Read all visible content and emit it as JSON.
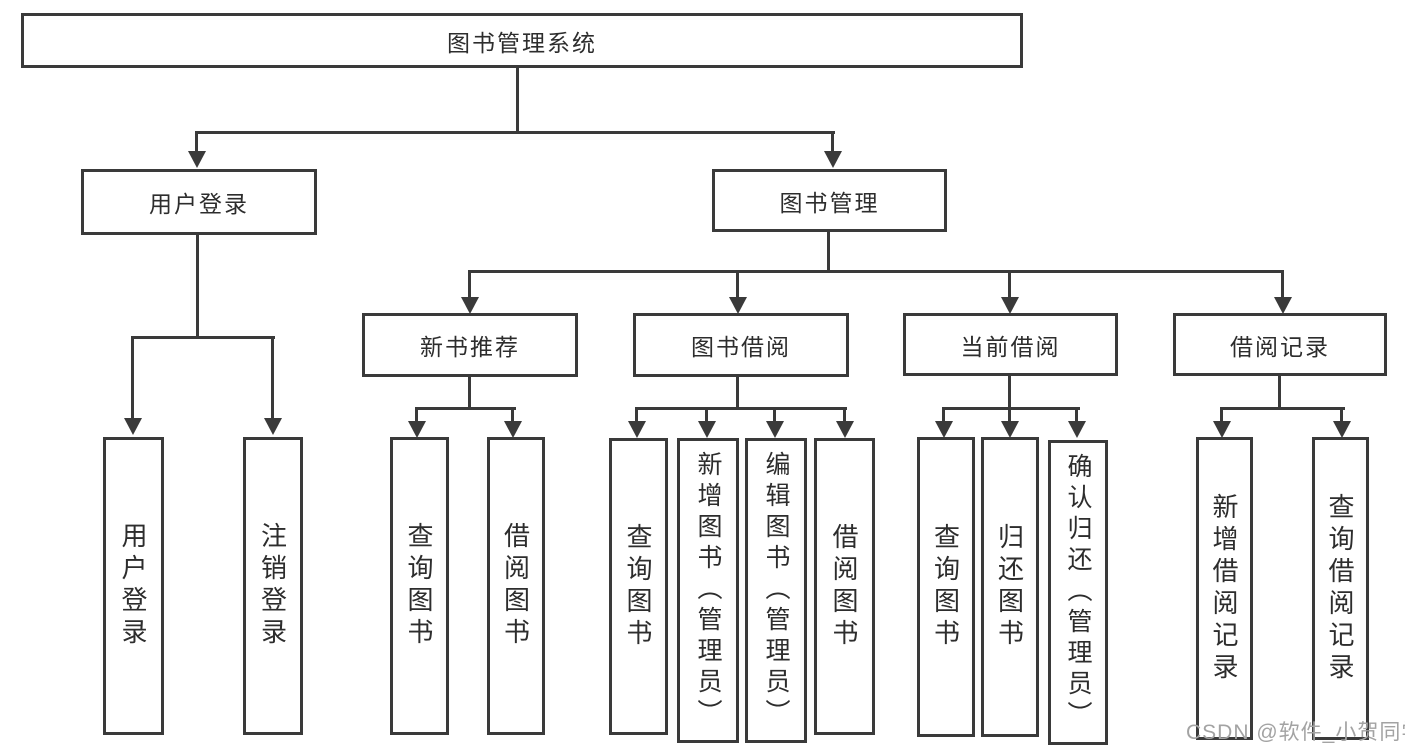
{
  "tree": {
    "label": "图书管理系统",
    "children": [
      {
        "label": "用户登录",
        "children": [
          {
            "label": "用户登录"
          },
          {
            "label": "注销登录"
          }
        ]
      },
      {
        "label": "图书管理",
        "children": [
          {
            "label": "新书推荐",
            "children": [
              {
                "label": "查询图书"
              },
              {
                "label": "借阅图书"
              }
            ]
          },
          {
            "label": "图书借阅",
            "children": [
              {
                "label": "查询图书"
              },
              {
                "label": "新增图书（管理员）"
              },
              {
                "label": "编辑图书（管理员）"
              },
              {
                "label": "借阅图书"
              }
            ]
          },
          {
            "label": "当前借阅",
            "children": [
              {
                "label": "查询图书"
              },
              {
                "label": "归还图书"
              },
              {
                "label": "确认归还（管理员）"
              }
            ]
          },
          {
            "label": "借阅记录",
            "children": [
              {
                "label": "新增借阅记录"
              },
              {
                "label": "查询借阅记录"
              }
            ]
          }
        ]
      }
    ]
  },
  "watermark": "CSDN @软件_小贺同学",
  "colors": {
    "line": "#3a3a3a",
    "text": "#2d2d2d",
    "background": "#ffffff",
    "watermark": "#a3a3a3"
  }
}
